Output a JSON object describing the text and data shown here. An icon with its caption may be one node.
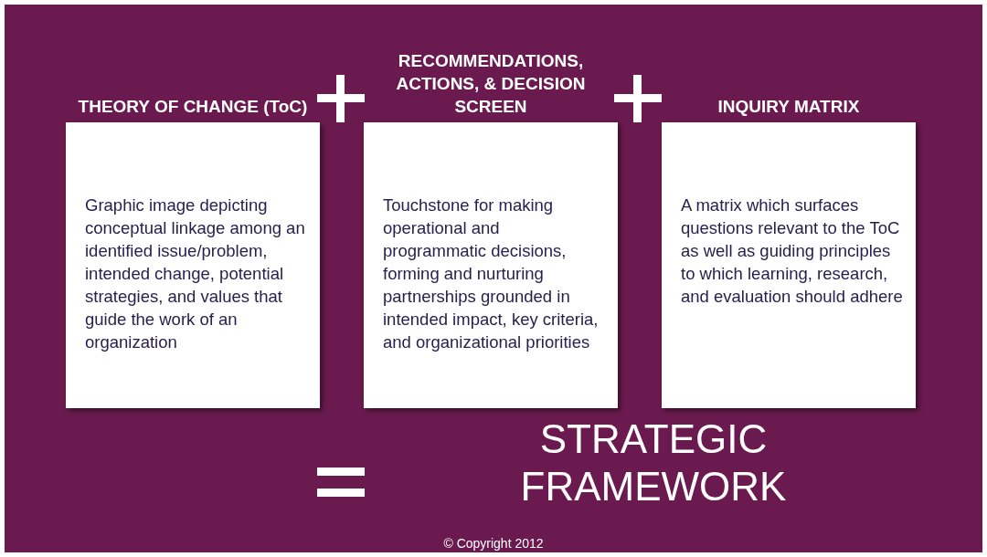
{
  "diagram": {
    "nodes": [
      {
        "text": [
          "THEORY OF CHANGE (ToC)",
          "Graphic image depicting conceptual linkage among an identified issue/problem, intended change, potential strategies, and values that guide the work of an organization"
        ]
      },
      {
        "text": [
          "RECOMMENDATIONS, ACTIONS, & DECISION SCREEN",
          "Touchstone for making operational and programmatic decisions, forming and nurturing partnerships grounded in intended impact, key criteria, and organizational priorities"
        ]
      },
      {
        "text": [
          "INQUIRY MATRIX",
          "A matrix which surfaces questions relevant to the ToC as well as guiding principles to which learning, research, and evaluation should adhere"
        ]
      }
    ],
    "labels": [
      "STRATEGIC FRAMEWORK",
      "© Copyright 2012"
    ]
  }
}
